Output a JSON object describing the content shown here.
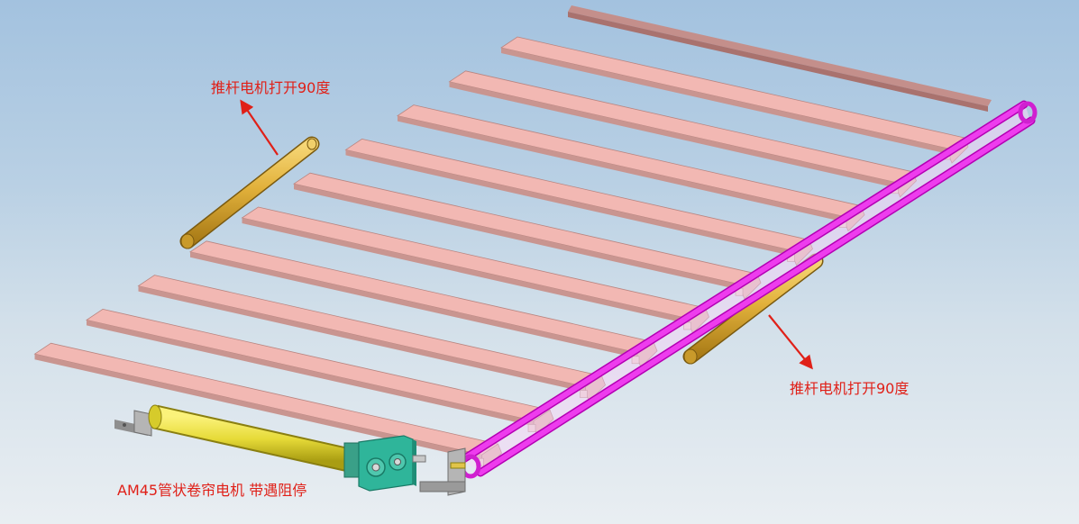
{
  "annotations": {
    "top_left_text": "推杆电机打开90度",
    "right_text": "推杆电机打开90度",
    "motor_text": "AM45管状卷帘电机 带遇阻停"
  },
  "slats": {
    "count": 10
  },
  "colors": {
    "slat_top": "#f2b8b3",
    "slat_front": "#c99590",
    "slat_side": "#d9a6a1",
    "rail": "#c48f8b",
    "push_rod": "#e3b53f",
    "tube_motor": "#e8de3c",
    "gearbox": "#2fb59a",
    "belt": "#e020e0",
    "bracket": "#a7a7a7",
    "arrow_text": "#e02018"
  },
  "components": [
    {
      "name": "slat",
      "icon": "louver-slat-shape"
    },
    {
      "name": "push-rod-actuator",
      "icon": "cylinder-shape"
    },
    {
      "name": "tubular-motor",
      "icon": "cylinder-shape"
    },
    {
      "name": "gearbox",
      "icon": "gear-housing-shape"
    },
    {
      "name": "drive-belt",
      "icon": "belt-loop-shape"
    },
    {
      "name": "mounting-bracket",
      "icon": "l-bracket-shape"
    }
  ]
}
